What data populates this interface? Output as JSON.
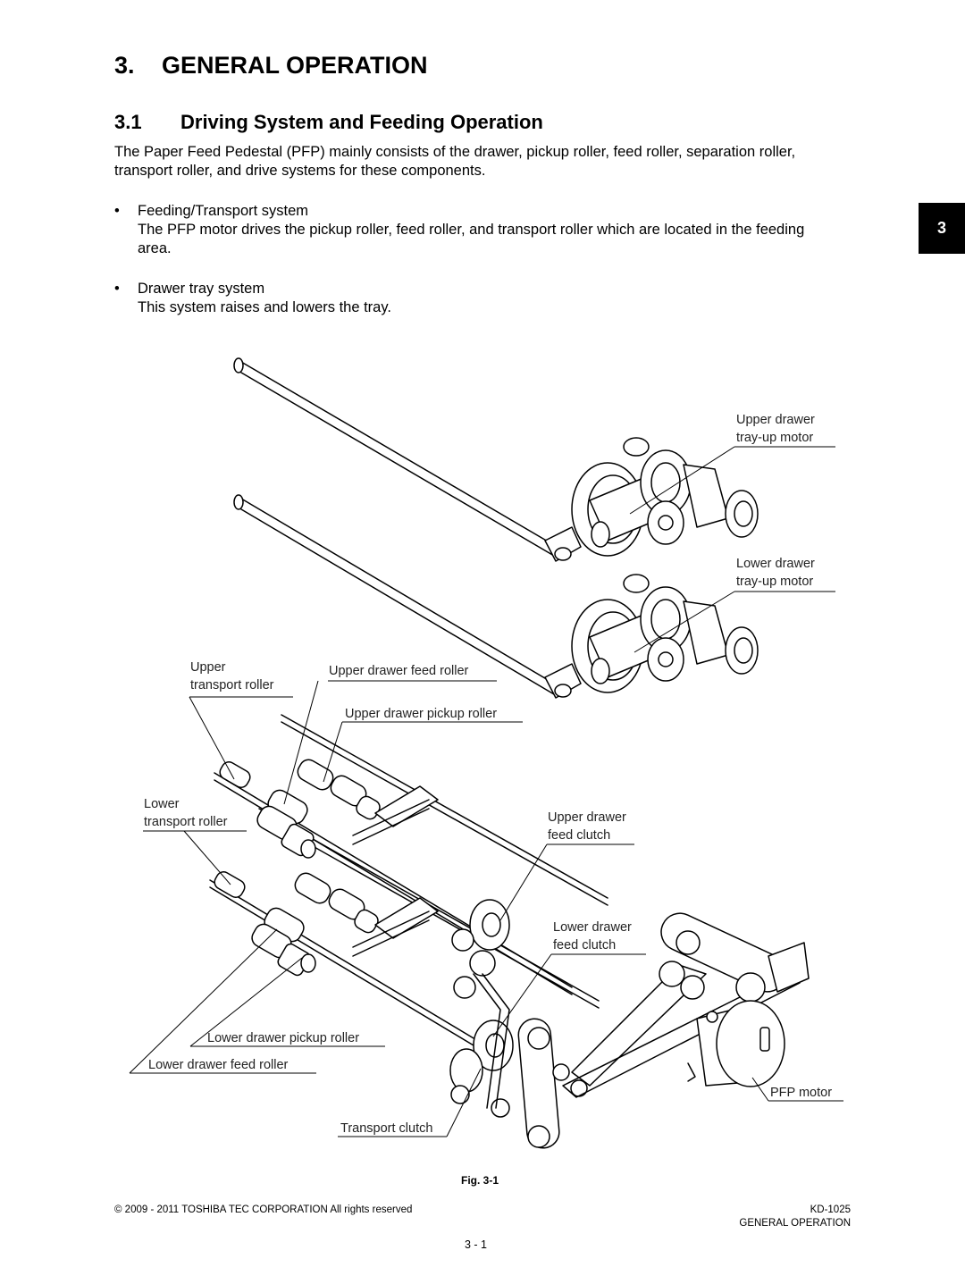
{
  "heading": {
    "number": "3.",
    "title": "GENERAL OPERATION"
  },
  "subheading": {
    "number": "3.1",
    "title": "Driving System and Feeding Operation"
  },
  "intro": "The Paper Feed Pedestal (PFP) mainly consists of the drawer, pickup roller, feed roller, separation roller, transport roller, and drive systems for these components.",
  "bullets": [
    {
      "title": "Feeding/Transport system",
      "desc": "The PFP motor drives the pickup roller, feed roller, and transport roller which are located in the feeding area."
    },
    {
      "title": "Drawer tray system",
      "desc": "This system raises and lowers the tray."
    }
  ],
  "bullet_glyph": "•",
  "chapter_tab": "3",
  "figure": {
    "labels": {
      "upper_tray_motor": [
        "Upper drawer",
        "tray-up motor"
      ],
      "lower_tray_motor": [
        "Lower drawer",
        "tray-up motor"
      ],
      "upper_transport_roller": [
        "Upper",
        "transport roller"
      ],
      "upper_feed_roller": "Upper drawer feed roller",
      "upper_pickup_roller": "Upper drawer pickup roller",
      "lower_transport_roller": [
        "Lower",
        "transport roller"
      ],
      "upper_feed_clutch": [
        "Upper drawer",
        "feed clutch"
      ],
      "lower_feed_clutch": [
        "Lower drawer",
        "feed clutch"
      ],
      "lower_pickup_roller": "Lower drawer pickup roller",
      "lower_feed_roller": "Lower drawer feed roller",
      "pfp_motor": "PFP motor",
      "transport_clutch": "Transport clutch"
    },
    "caption": "Fig. 3-1"
  },
  "footer": {
    "copyright": "© 2009 - 2011 TOSHIBA TEC CORPORATION All rights reserved",
    "model": "KD-1025",
    "section": "GENERAL OPERATION",
    "page": "3 - 1"
  }
}
